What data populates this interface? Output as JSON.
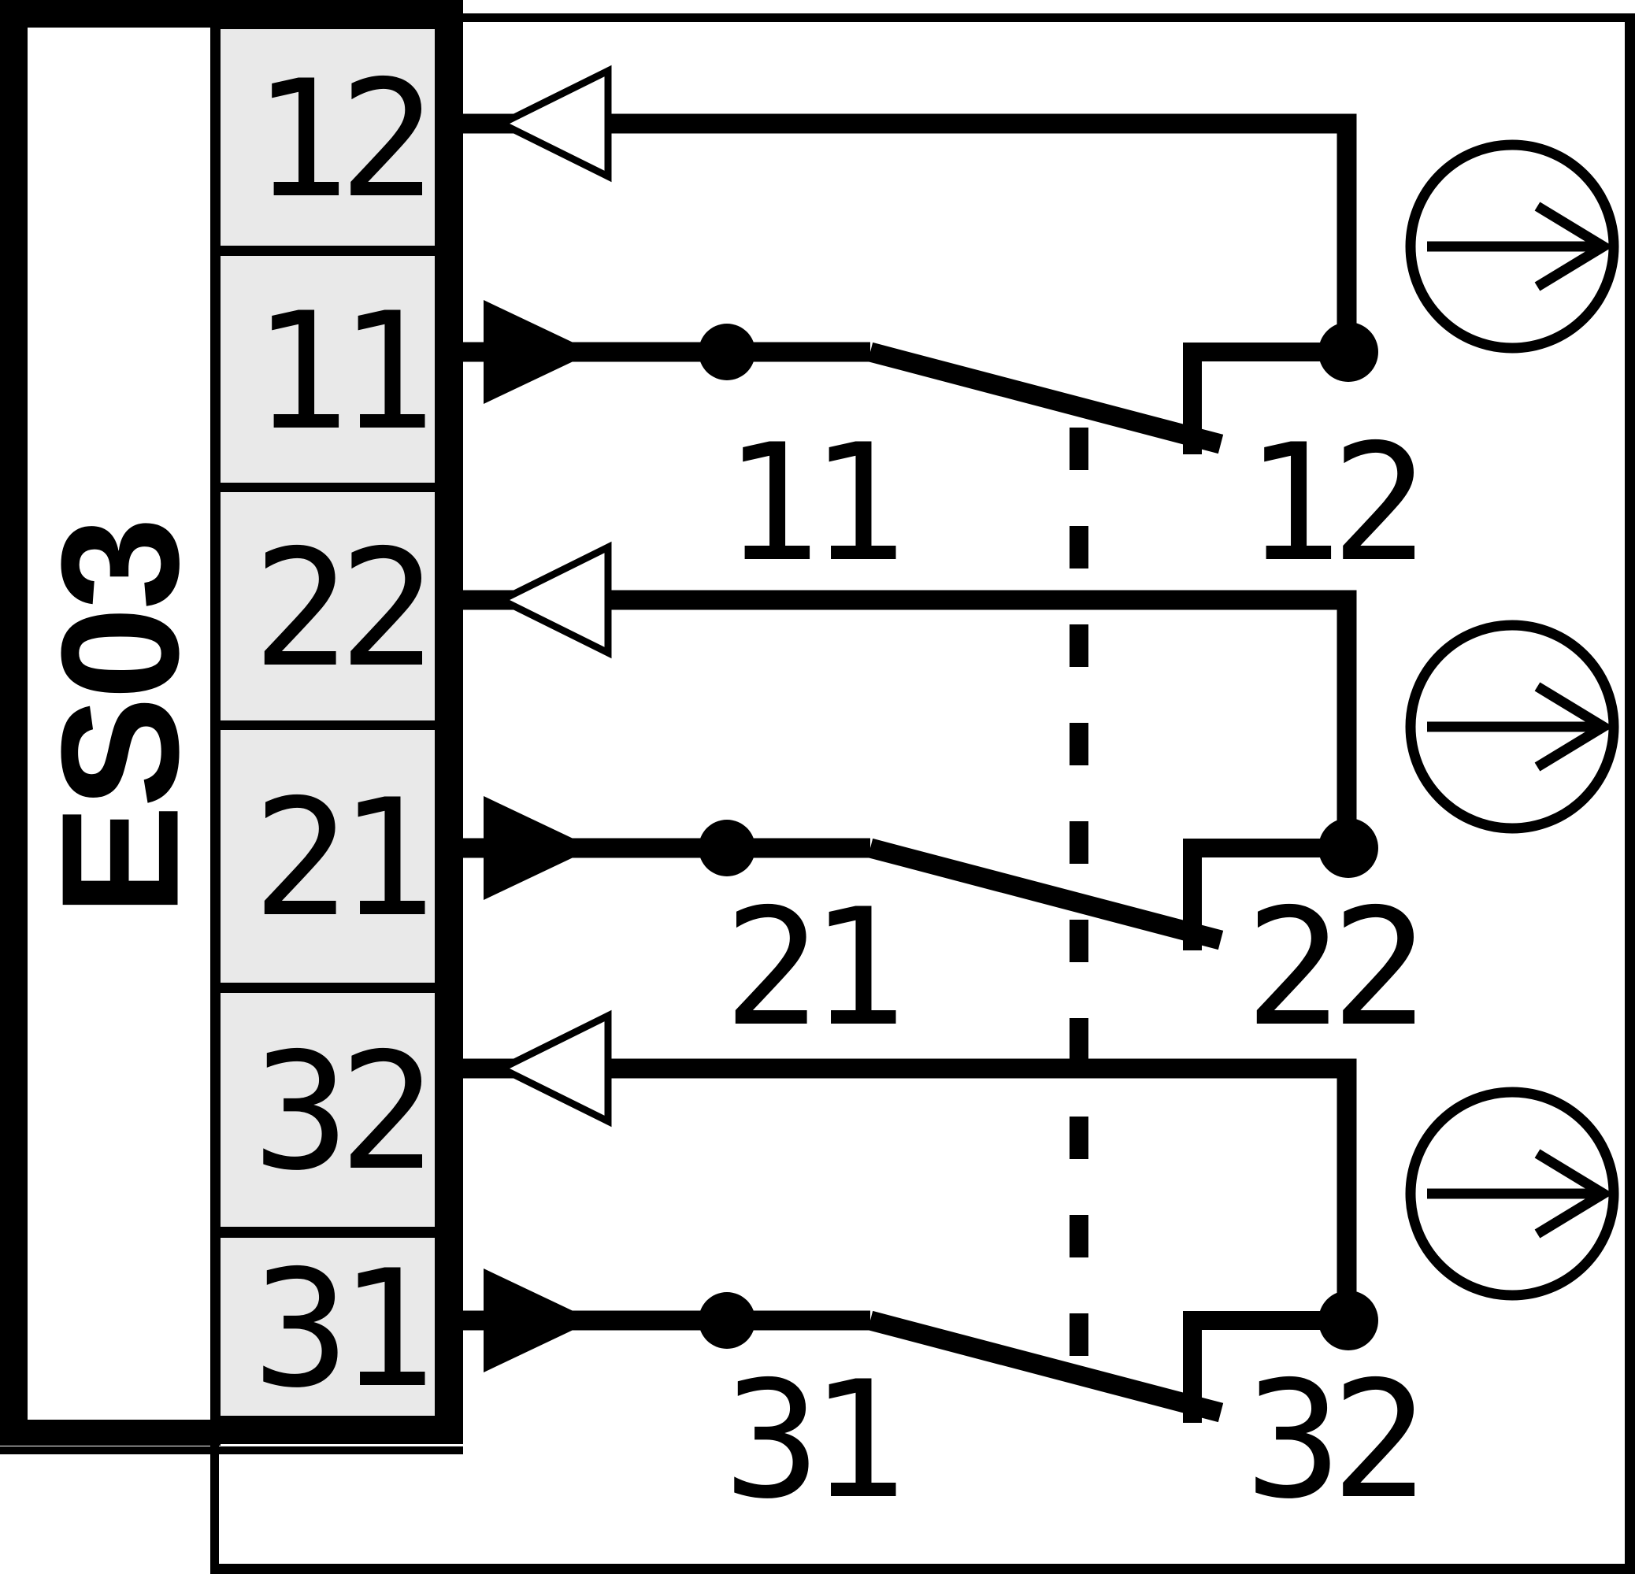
{
  "device": {
    "model": "ES03"
  },
  "terminal_block": {
    "terminals": [
      {
        "label": "12"
      },
      {
        "label": "11"
      },
      {
        "label": "22"
      },
      {
        "label": "21"
      },
      {
        "label": "32"
      },
      {
        "label": "31"
      }
    ]
  },
  "contacts": [
    {
      "movable_terminal": "11",
      "fixed_terminal": "12"
    },
    {
      "movable_terminal": "21",
      "fixed_terminal": "22"
    },
    {
      "movable_terminal": "31",
      "fixed_terminal": "32"
    }
  ],
  "icons": {
    "hollow_arrow": "open-left-triangle-arrow",
    "filled_arrow": "solid-right-triangle-arrow",
    "actuator": "circle-with-right-arrow",
    "mechanical_link": "vertical-dashed-line"
  },
  "colors": {
    "line": "#000000",
    "terminal_fill": "#e9e9e9",
    "background": "#ffffff"
  }
}
